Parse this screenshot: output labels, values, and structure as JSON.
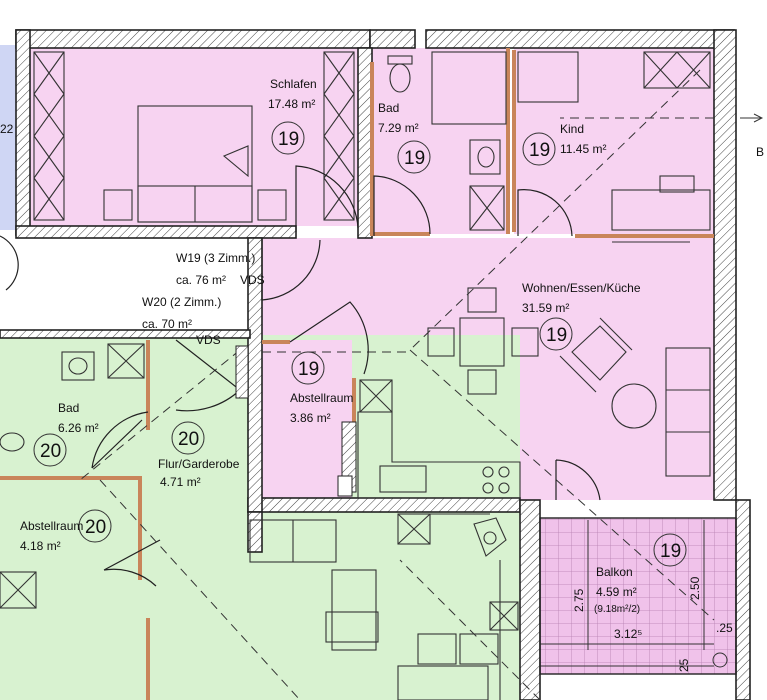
{
  "apartments": {
    "w19": {
      "line1": "W19 (3 Zimm.)",
      "line2": "ca. 76 m²",
      "vds": "VDS"
    },
    "w20": {
      "line1": "W20 (2 Zimm.)",
      "line2": "ca. 70 m²",
      "vds": "VDS"
    }
  },
  "rooms": {
    "schlafen": {
      "name": "Schlafen",
      "area": "17.48 m²",
      "unit": "19"
    },
    "bad19": {
      "name": "Bad",
      "area": "7.29 m²",
      "unit": "19"
    },
    "kind": {
      "name": "Kind",
      "area": "11.45 m²",
      "unit": "19"
    },
    "wohnen": {
      "name": "Wohnen/Essen/Küche",
      "area": "31.59 m²",
      "unit": "19"
    },
    "abstell19": {
      "name": "Abstellraum",
      "area": "3.86 m²",
      "unit": "19"
    },
    "balkon": {
      "name": "Balkon",
      "area": "4.59 m²",
      "area2": "(9.18m²/2)",
      "unit": "19"
    },
    "bad20": {
      "name": "Bad",
      "area": "6.26 m²",
      "unit": "20"
    },
    "flur20": {
      "name": "Flur/Garderobe",
      "area": "4.71 m²",
      "unit": "20"
    },
    "abstell20": {
      "name": "Abstellraum",
      "area": "4.18 m²",
      "unit": "20"
    }
  },
  "dimensions": {
    "d1": "2.75",
    "d2": "2.50",
    "d3": "3.12⁵",
    "d4": ".25",
    "d5": "25"
  },
  "left_edge": {
    "label": "22"
  },
  "section_marker": {
    "label": "B"
  },
  "colors": {
    "unit19": "#f7d3f1",
    "unit20": "#d8f2d0",
    "neighbor": "#cfd6f4",
    "wall_stroke": "#222222",
    "accent_wall": "#c9855a"
  }
}
